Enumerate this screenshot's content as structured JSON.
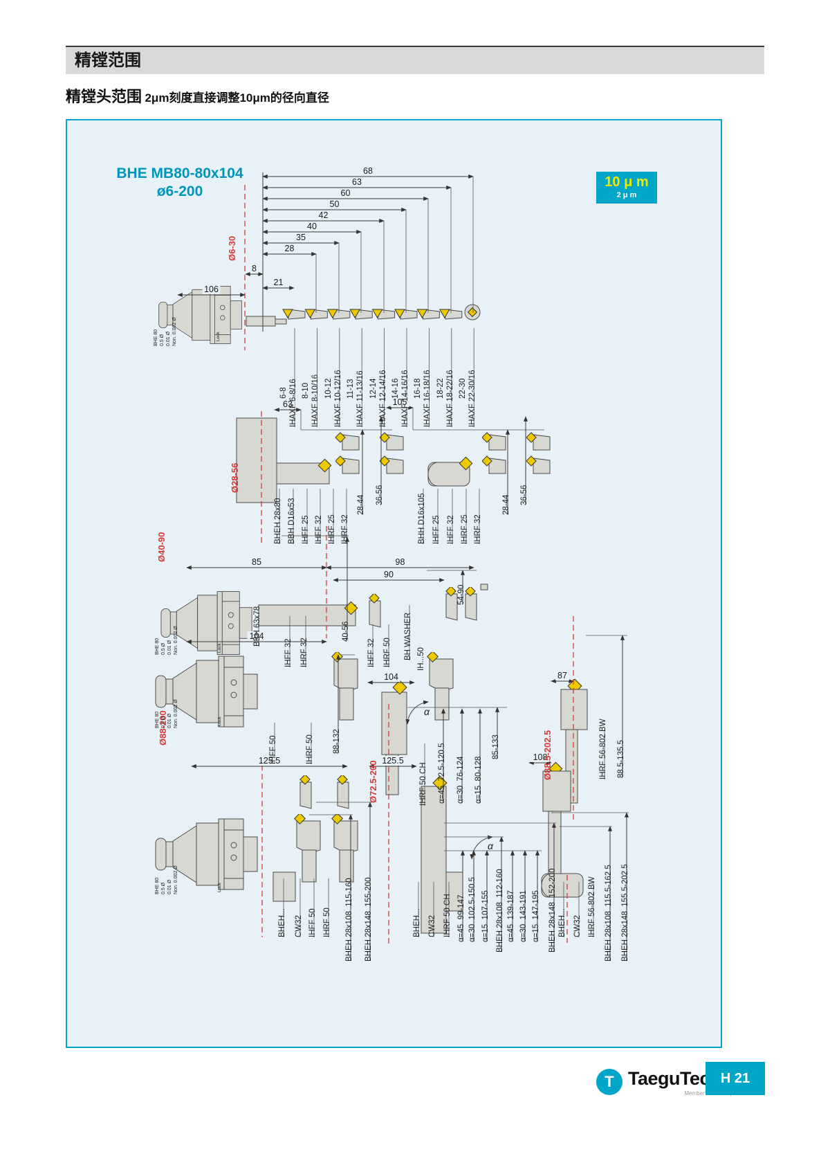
{
  "header": {
    "title": "精镗范围"
  },
  "subtitle": {
    "lead": "精镗头范围",
    "desc": "2μm刻度直接调整10μm的径向直径"
  },
  "colors": {
    "accent": "#00a6c8",
    "red": "#d93a35",
    "badge_text": "#f2ea00",
    "panel_bg": "#e7f1f7"
  },
  "product": {
    "title": "BHE MB80-80x104",
    "range": "ø6-200"
  },
  "badge": {
    "main": "10 μ m",
    "sub": "2 μ m"
  },
  "head_text": "BHE 80\n0.5 Ø\n0.01 Ø\nNon. 0.002 Ø",
  "head_lock": "Lock",
  "section1": {
    "range_label": "Ø6-30",
    "fan_dims": [
      "68",
      "63",
      "60",
      "50",
      "42",
      "40",
      "35",
      "28"
    ],
    "dim_8": "8",
    "dim_21": "21",
    "dim_106": "106",
    "tools": [
      {
        "size": "6-8",
        "name": "IHAXF 6-8/16"
      },
      {
        "size": "8-10",
        "name": "IHAXF 8-10/16"
      },
      {
        "size": "10-12",
        "name": "IHAXF 10-12/16"
      },
      {
        "size": "11-13",
        "name": "IHAXF 11-13/16"
      },
      {
        "size": "12-14",
        "name": "IHAXF 12-14/16"
      },
      {
        "size": "14-16",
        "name": "IHAXF 14-16/16"
      },
      {
        "size": "16-18",
        "name": "IHAXF 16-18/16"
      },
      {
        "size": "18-22",
        "name": "IHAXF 18-22/16"
      },
      {
        "size": "22-30",
        "name": "IHAXF 22-30/16"
      }
    ]
  },
  "section2": {
    "range_label": "Ø28-56",
    "left": {
      "dim": "63",
      "tools": [
        "BHEH 28x80",
        "BBH D16x53",
        "IHFF 25",
        "IHFF 32",
        "IHRF 25",
        "IHRF 32"
      ],
      "ranges": [
        "28-44",
        "36-56"
      ]
    },
    "right": {
      "dim": "105",
      "tools": [
        "BHH D16x105",
        "IHFF 25",
        "IHFF 32",
        "IHRF 25",
        "IHRF 32"
      ],
      "ranges": [
        "28-44",
        "36-56"
      ]
    }
  },
  "section3": {
    "range_label": "Ø40-90",
    "dim_85": "85",
    "dim_98": "98",
    "dim_90": "90",
    "left": {
      "tools": [
        "BBH 63x78",
        "IHFF 32",
        "IHRF 32"
      ],
      "range": "40-56"
    },
    "right": {
      "tools": [
        "IHFF 32",
        "IHRF 50",
        "BH WASHER",
        "IH...50"
      ],
      "range": "54-90"
    }
  },
  "section4": {
    "left": {
      "range_label": "Ø88-200",
      "dim": "104",
      "tools": [
        "IHFF 50",
        "IHRF 50"
      ],
      "range": "88-132"
    },
    "mid": {
      "range_label": "Ø72.5-200",
      "dim": "104",
      "alpha": "α",
      "tools": [
        "IHRF 50 CH",
        "α=45  72.5-120.5",
        "α=30  76-124",
        "α=15  80-128"
      ],
      "range": "85-133"
    },
    "right": {
      "range_label": "Ø88.5-202.5",
      "dim": "87",
      "tools": [
        "IHRF 56-802 BW"
      ],
      "range": "88.5-135.5"
    }
  },
  "section5": {
    "left": {
      "dim": "125.5",
      "tools": [
        "BHEH...",
        "CW32",
        "IHFF 50",
        "IHRF 50",
        "BHEH 28x108  115-160",
        "BHEH 28x148  155-200"
      ]
    },
    "mid": {
      "dim": "125.5",
      "alpha": "α",
      "tools": [
        "BHEH...",
        "CW32",
        "IHRF 50 CH",
        "α=45  99-147",
        "α=30  102.5-150.5",
        "α=15  107-155",
        "BHEH 28x108  112-160",
        "α=45  139-187",
        "α=30  143-191",
        "α=15  147-195",
        "BHEH 28x148  152-200"
      ]
    },
    "right": {
      "dim": "108",
      "tools": [
        "BHEH...",
        "CW32",
        "IHRF 56-802 BW",
        "BHEH 28x108  115.5-162.5",
        "BHEH 28x148  155.5-202.5"
      ]
    }
  },
  "footer": {
    "brand": "TaeguTec",
    "brand_sub": "Member IMC Group",
    "page_no": "H 21",
    "logo_letter": "T"
  }
}
